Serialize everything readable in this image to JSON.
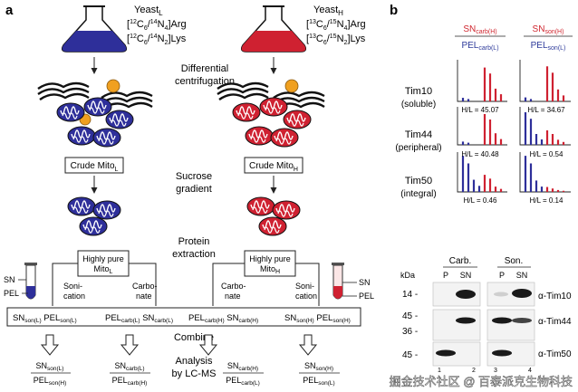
{
  "panel_a": {
    "label": "a",
    "yeast_L": {
      "name": "Yeast",
      "sub": "L",
      "arg_pre": "[",
      "arg_iso1": "12",
      "arg_mid1": "C",
      "arg_n1": "6",
      "arg_sep": "/",
      "arg_iso2": "14",
      "arg_mid2": "N",
      "arg_n2": "4",
      "arg_post": "]Arg",
      "lys_pre": "[",
      "lys_iso1": "12",
      "lys_mid1": "C",
      "lys_n1": "6",
      "lys_sep": "/",
      "lys_iso2": "14",
      "lys_mid2": "N",
      "lys_n2": "2",
      "lys_post": "]Lys"
    },
    "yeast_H": {
      "name": "Yeast",
      "sub": "H",
      "arg_pre": "[",
      "arg_iso1": "13",
      "arg_mid1": "C",
      "arg_n1": "6",
      "arg_sep": "/",
      "arg_iso2": "15",
      "arg_mid2": "N",
      "arg_n2": "4",
      "arg_post": "]Arg",
      "lys_pre": "[",
      "lys_iso1": "13",
      "lys_mid1": "C",
      "lys_n1": "6",
      "lys_sep": "/",
      "lys_iso2": "15",
      "lys_mid2": "N",
      "lys_n2": "2",
      "lys_post": "]Lys"
    },
    "step_diff_1": "Differential",
    "step_diff_2": "centrifugation",
    "crude_L": "Crude Mito",
    "crude_L_sub": "L",
    "crude_H": "Crude Mito",
    "crude_H_sub": "H",
    "step_sucrose_1": "Sucrose",
    "step_sucrose_2": "gradient",
    "step_protein_1": "Protein",
    "step_protein_2": "extraction",
    "pure_L_1": "Highly pure",
    "pure_L_2": "Mito",
    "pure_L_sub": "L",
    "pure_H_1": "Highly pure",
    "pure_H_2": "Mito",
    "pure_H_sub": "H",
    "sonication_1": "Soni-",
    "sonication_2": "cation",
    "carbonate_1": "Carbo-",
    "carbonate_2": "nate",
    "tube_sn": "SN",
    "tube_pel": "PEL",
    "fractions": [
      {
        "a": "SN",
        "as": "son(L)",
        "b": "PEL",
        "bs": "son(L)"
      },
      {
        "a": "PEL",
        "as": "carb(L)",
        "b": "SN",
        "bs": "carb(L)"
      },
      {
        "a": "PEL",
        "as": "carb(H)",
        "b": "SN",
        "bs": "carb(H)"
      },
      {
        "a": "SN",
        "as": "son(H)",
        "b": "PEL",
        "bs": "son(H)"
      }
    ],
    "combine": "Combine",
    "analysis_1": "Analysis",
    "analysis_2": "by LC-MS",
    "ratios": [
      {
        "num": "SN",
        "nums": "son(L)",
        "den": "PEL",
        "dens": "son(H)"
      },
      {
        "num": "SN",
        "nums": "carb(L)",
        "den": "PEL",
        "dens": "carb(H)"
      },
      {
        "num": "SN",
        "nums": "carb(H)",
        "den": "PEL",
        "dens": "carb(L)"
      },
      {
        "num": "SN",
        "nums": "son(H)",
        "den": "PEL",
        "dens": "son(L)"
      }
    ]
  },
  "panel_b": {
    "label": "b",
    "col1_num": "SN",
    "col1_num_sub": "carb(H)",
    "col1_den": "PEL",
    "col1_den_sub": "carb(L)",
    "col2_num": "SN",
    "col2_num_sub": "son(H)",
    "col2_den": "PEL",
    "col2_den_sub": "son(L)",
    "rows": [
      {
        "name": "Tim10",
        "cls": "(soluble)",
        "hl1": "H/L = 45.07",
        "hl2": "H/L = 34.67"
      },
      {
        "name": "Tim44",
        "cls": "(peripheral)",
        "hl1": "H/L = 40.48",
        "hl2": "H/L = 0.54"
      },
      {
        "name": "Tim50",
        "cls": "(integral)",
        "hl1": "H/L = 0.46",
        "hl2": "H/L = 0.14"
      }
    ],
    "spectra": {
      "r0c0": {
        "blue": [
          0.09,
          0.06
        ],
        "red": [
          0.85,
          0.7,
          0.32,
          0.18
        ]
      },
      "r0c1": {
        "blue": [
          0.1,
          0.06
        ],
        "red": [
          0.88,
          0.72,
          0.3,
          0.15
        ]
      },
      "r1c0": {
        "blue": [
          0.09,
          0.06
        ],
        "red": [
          0.85,
          0.7,
          0.32,
          0.16
        ]
      },
      "r1c1": {
        "blue": [
          0.9,
          0.72,
          0.3,
          0.15
        ],
        "red": [
          0.4,
          0.3,
          0.14,
          0.08
        ]
      },
      "r2c0": {
        "blue": [
          0.95,
          0.75,
          0.32,
          0.16
        ],
        "red": [
          0.45,
          0.35,
          0.14,
          0.08
        ]
      },
      "r2c1": {
        "blue": [
          0.95,
          0.75,
          0.3,
          0.14
        ],
        "red": [
          0.13,
          0.09,
          0.05,
          0.03
        ]
      }
    },
    "blot": {
      "carb": "Carb.",
      "son": "Son.",
      "kda": "kDa",
      "p": "P",
      "sn": "SN",
      "lanes": [
        "1",
        "2",
        "3",
        "4"
      ],
      "mw": [
        "14 -",
        "45 -",
        "36 -",
        "45 -"
      ],
      "antibodies": [
        "α-Tim10",
        "α-Tim44",
        "α-Tim50"
      ]
    }
  },
  "colors": {
    "blue": "#2e2f9a",
    "red": "#cf2131",
    "label_red": "#d0262f",
    "label_blue": "#2d3a9a"
  },
  "watermark": "掘金技术社区 @ 百泰派克生物科技"
}
